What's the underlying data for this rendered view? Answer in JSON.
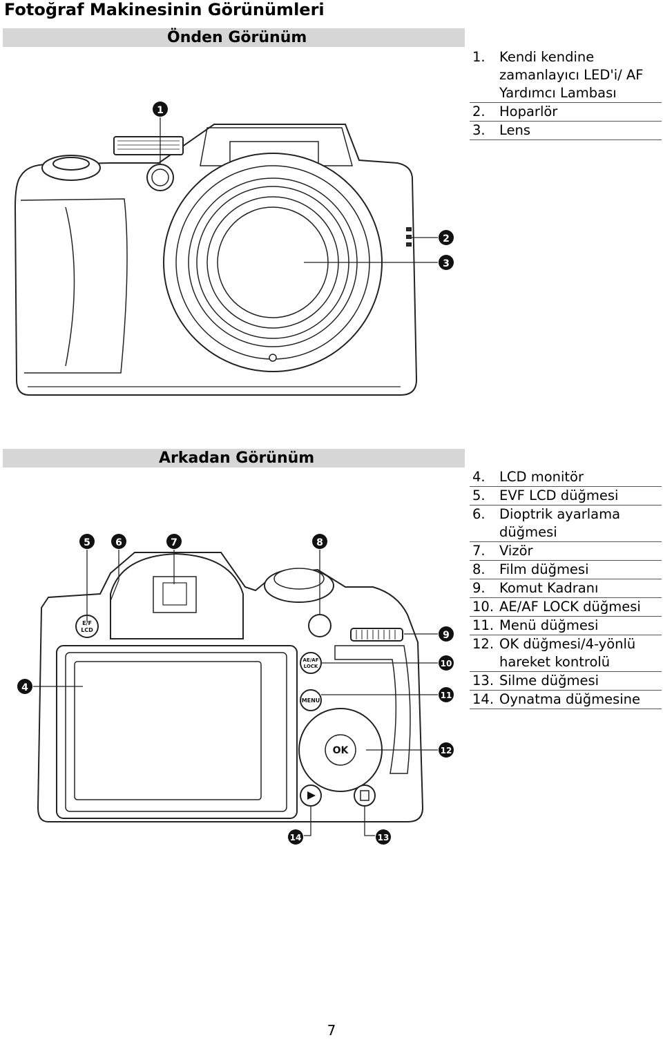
{
  "title": "Fotoğraf Makinesinin Görünümleri",
  "front": {
    "heading": "Önden Görünüm",
    "items": [
      {
        "num": "1.",
        "label": "Kendi kendine zamanlayıcı LED'i/ AF Yardımcı Lambası"
      },
      {
        "num": "2.",
        "label": "Hoparlör"
      },
      {
        "num": "3.",
        "label": "Lens"
      }
    ],
    "callouts": [
      "1",
      "2",
      "3"
    ]
  },
  "back": {
    "heading": "Arkadan Görünüm",
    "items": [
      {
        "num": "4.",
        "label": "LCD monitör"
      },
      {
        "num": "5.",
        "label": "EVF LCD düğmesi"
      },
      {
        "num": "6.",
        "label": "Dioptrik ayarlama düğmesi"
      },
      {
        "num": "7.",
        "label": "Vizör"
      },
      {
        "num": "8.",
        "label": "Film düğmesi"
      },
      {
        "num": "9.",
        "label": "Komut Kadranı"
      },
      {
        "num": "10.",
        "label": "AE/AF LOCK düğmesi"
      },
      {
        "num": "11.",
        "label": "Menü düğmesi"
      },
      {
        "num": "12.",
        "label": "OK düğmesi/4-yönlü hareket kontrolü"
      },
      {
        "num": "13.",
        "label": "Silme düğmesi"
      },
      {
        "num": "14.",
        "label": "Oynatma düğmesine"
      }
    ],
    "callouts": [
      "4",
      "5",
      "6",
      "7",
      "8",
      "9",
      "10",
      "11",
      "12",
      "13",
      "14"
    ],
    "button_text": {
      "evf_top": "E/F",
      "evf_bottom": "LCD",
      "aeaf_top": "AE/AF",
      "aeaf_bottom": "LOCK",
      "menu": "MENU",
      "ok": "OK"
    }
  },
  "page_number": "7"
}
